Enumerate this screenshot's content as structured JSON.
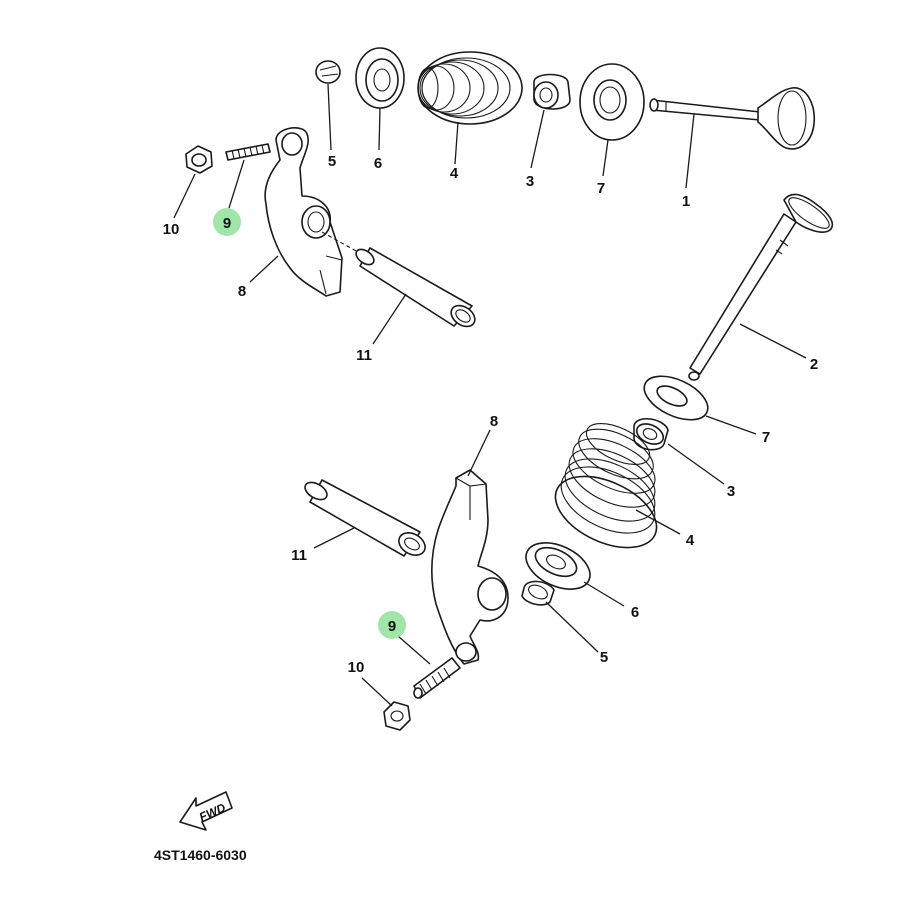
{
  "diagram": {
    "part_number_code": "4ST1460-6030",
    "direction_arrow_label": "FWD",
    "highlight_color": "#8fe29a",
    "callouts": {
      "upper": {
        "c1": "1",
        "c3": "3",
        "c4": "4",
        "c5": "5",
        "c6": "6",
        "c7": "7",
        "c8": "8",
        "c9": "9",
        "c10": "10",
        "c11": "11"
      },
      "lower": {
        "c2": "2",
        "c3": "3",
        "c4": "4",
        "c5": "5",
        "c6": "6",
        "c7": "7",
        "c8": "8",
        "c9": "9",
        "c10": "10",
        "c11": "11"
      }
    }
  }
}
